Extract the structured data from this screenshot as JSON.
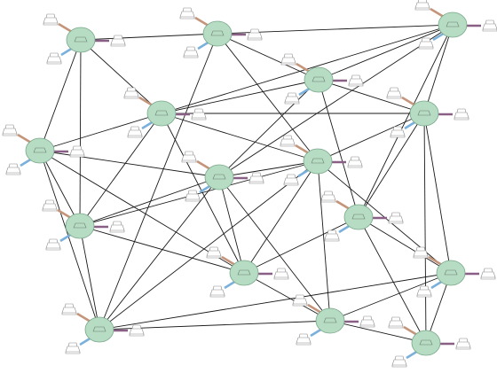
{
  "diagram": {
    "type": "network-topology",
    "colors": {
      "edge": "#1a1a1a",
      "node_fill": "#b7dcc4",
      "node_stroke": "#7aa88a",
      "link_tan": "#c4957a",
      "link_blue": "#7ab0dc",
      "link_purple": "#8a5f86",
      "host_stroke": "#8c8c8c"
    },
    "icons": {
      "router": "router-icon",
      "host": "host-icon"
    },
    "nodes": [
      {
        "id": "n1"
      },
      {
        "id": "n2"
      },
      {
        "id": "n3"
      },
      {
        "id": "n4"
      },
      {
        "id": "n5"
      },
      {
        "id": "n6"
      },
      {
        "id": "n7"
      },
      {
        "id": "n8"
      },
      {
        "id": "n9"
      },
      {
        "id": "n10"
      },
      {
        "id": "n11"
      },
      {
        "id": "n12"
      },
      {
        "id": "n13"
      },
      {
        "id": "n14"
      },
      {
        "id": "n15"
      },
      {
        "id": "n16"
      },
      {
        "id": "n17"
      }
    ],
    "edges": [
      [
        "n1",
        "n2"
      ],
      [
        "n1",
        "n5"
      ],
      [
        "n1",
        "n7"
      ],
      [
        "n2",
        "n3"
      ],
      [
        "n2",
        "n4"
      ],
      [
        "n2",
        "n13"
      ],
      [
        "n3",
        "n4"
      ],
      [
        "n3",
        "n6"
      ],
      [
        "n3",
        "n8"
      ],
      [
        "n4",
        "n6"
      ],
      [
        "n4",
        "n8"
      ],
      [
        "n4",
        "n10"
      ],
      [
        "n4",
        "n12"
      ],
      [
        "n5",
        "n7"
      ],
      [
        "n5",
        "n8"
      ],
      [
        "n5",
        "n6"
      ],
      [
        "n5",
        "n13"
      ],
      [
        "n6",
        "n11"
      ],
      [
        "n6",
        "n9"
      ],
      [
        "n6",
        "n7"
      ],
      [
        "n7",
        "n8"
      ],
      [
        "n7",
        "n9"
      ],
      [
        "n7",
        "n13"
      ],
      [
        "n7",
        "n11"
      ],
      [
        "n8",
        "n9"
      ],
      [
        "n8",
        "n11"
      ],
      [
        "n8",
        "n14"
      ],
      [
        "n9",
        "n13"
      ],
      [
        "n9",
        "n10"
      ],
      [
        "n9",
        "n11"
      ],
      [
        "n9",
        "n15"
      ],
      [
        "n10",
        "n15"
      ],
      [
        "n10",
        "n12"
      ],
      [
        "n10",
        "n16"
      ],
      [
        "n11",
        "n14"
      ],
      [
        "n11",
        "n12"
      ],
      [
        "n12",
        "n16"
      ],
      [
        "n12",
        "n17"
      ],
      [
        "n13",
        "n15"
      ],
      [
        "n14",
        "n16"
      ],
      [
        "n14",
        "n17"
      ],
      [
        "n15",
        "n16"
      ],
      [
        "n15",
        "n17"
      ]
    ]
  }
}
